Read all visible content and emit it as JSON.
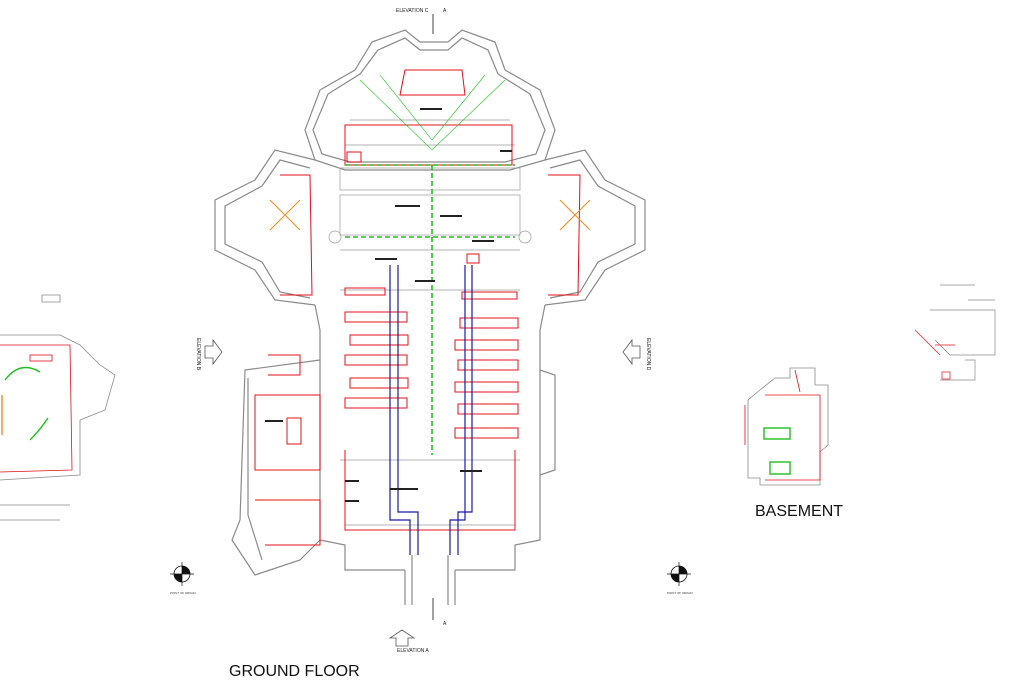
{
  "labels": {
    "ground_floor": "GROUND FLOOR",
    "basement": "BASEMENT",
    "elevation_c": "ELEVATION C",
    "elevation_a": "ELEVATION A",
    "elevation_b": "ELEVATION B",
    "elevation_d": "ELEVATION D",
    "section_top": "A",
    "section_bottom": "A",
    "point_of_origin_left": "POINT OF ORIGIN",
    "point_of_origin_right": "POINT OF ORIGIN"
  },
  "colors": {
    "wall": "#8a8a8a",
    "red": "#e0101a",
    "blue": "#1a1aa8",
    "green": "#1fbf1f",
    "orange": "#f08a20"
  }
}
